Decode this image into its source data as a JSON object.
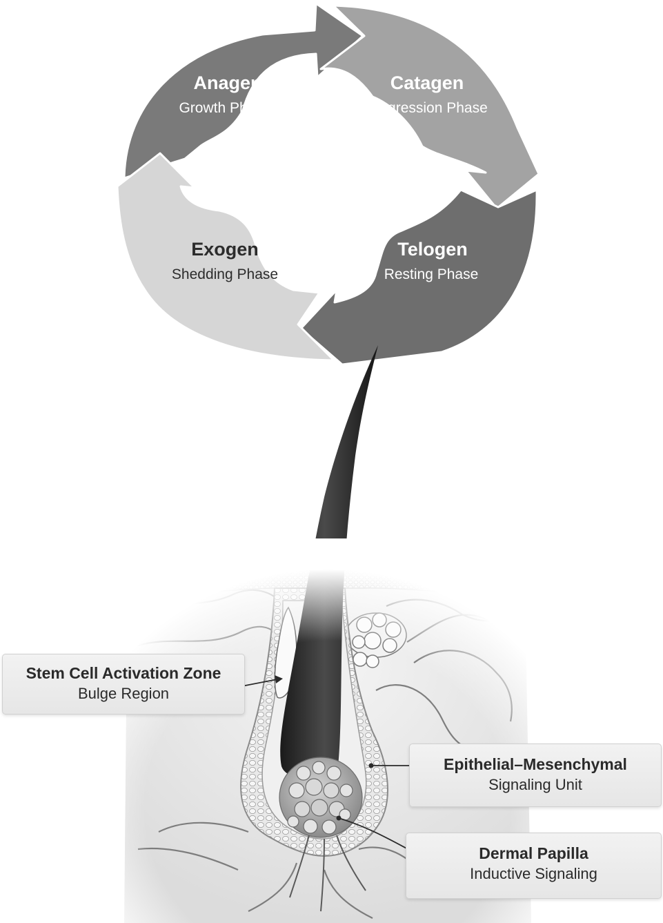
{
  "cycle": {
    "phases": [
      {
        "name": "Anagen",
        "subtitle": "Growth Phase",
        "color": "#7a7a7a",
        "text_color": "#ffffff"
      },
      {
        "name": "Catagen",
        "subtitle": "Regression Phase",
        "color": "#a3a3a3",
        "text_color": "#ffffff"
      },
      {
        "name": "Telogen",
        "subtitle": "Resting Phase",
        "color": "#6e6e6e",
        "text_color": "#ffffff"
      },
      {
        "name": "Exogen",
        "subtitle": "Shedding Phase",
        "color": "#d6d6d6",
        "text_color": "#2c2c2c"
      }
    ]
  },
  "callouts": {
    "bulge": {
      "title": "Stem Cell Activation Zone",
      "subtitle": "Bulge Region"
    },
    "emu": {
      "title": "Epithelial–Mesenchymal",
      "subtitle": "Signaling Unit"
    },
    "papilla": {
      "title": "Dermal Papilla",
      "subtitle": "Inductive Signaling"
    }
  }
}
